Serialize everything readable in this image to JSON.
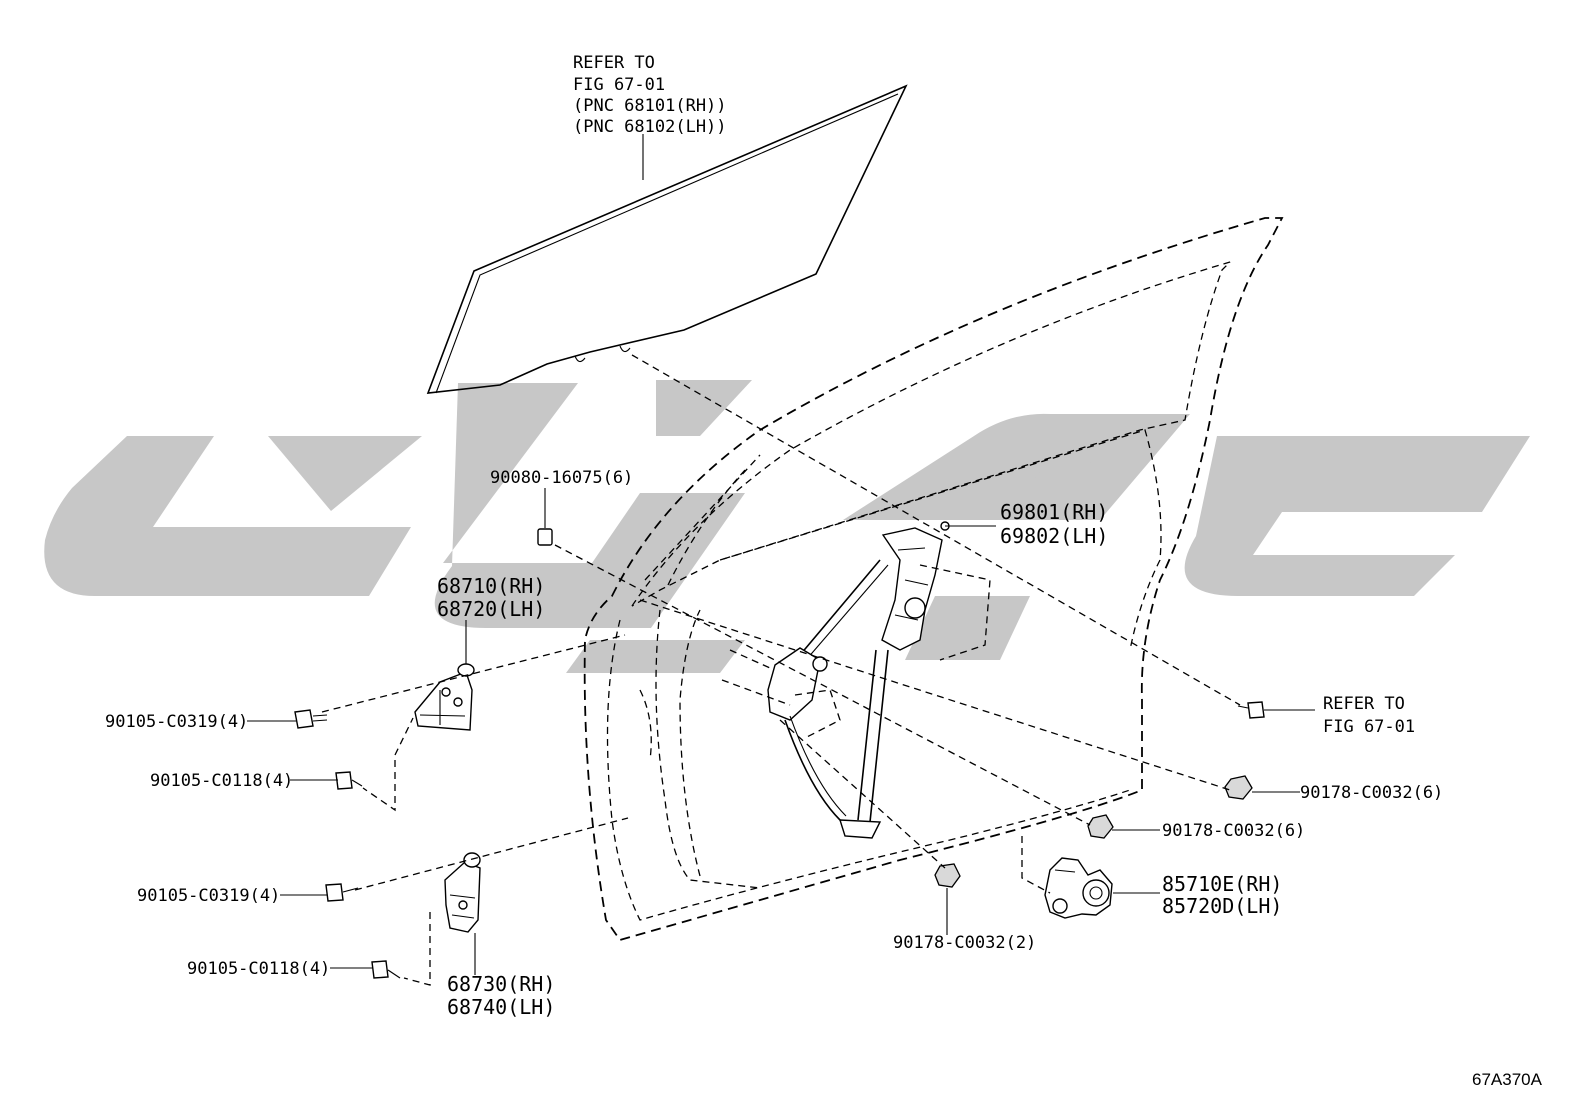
{
  "colors": {
    "line": "#000000",
    "background": "#ffffff",
    "watermark": "#c7c7c7"
  },
  "diagram_code": "67A370A",
  "callouts": {
    "glass_ref": [
      "REFER TO",
      "FIG 67-01",
      "(PNC 68101(RH))",
      "(PNC 68102(LH))"
    ],
    "bolt_top": "90080-16075(6)",
    "regulator": [
      "69801(RH)",
      "69802(LH)"
    ],
    "hinge_upper": [
      "68710(RH)",
      "68720(LH)"
    ],
    "bolt_c0319_upper": "90105-C0319(4)",
    "bolt_c0118_upper": "90105-C0118(4)",
    "bolt_c0319_lower": "90105-C0319(4)",
    "bolt_c0118_lower": "90105-C0118(4)",
    "hinge_lower": [
      "68730(RH)",
      "68740(LH)"
    ],
    "right_ref": [
      "REFER TO",
      "FIG 67-01"
    ],
    "nut_right": "90178-C0032(6)",
    "nut_mid": "90178-C0032(6)",
    "nut_bottom": "90178-C0032(2)",
    "motor": [
      "85710E(RH)",
      "85720D(LH)"
    ]
  }
}
